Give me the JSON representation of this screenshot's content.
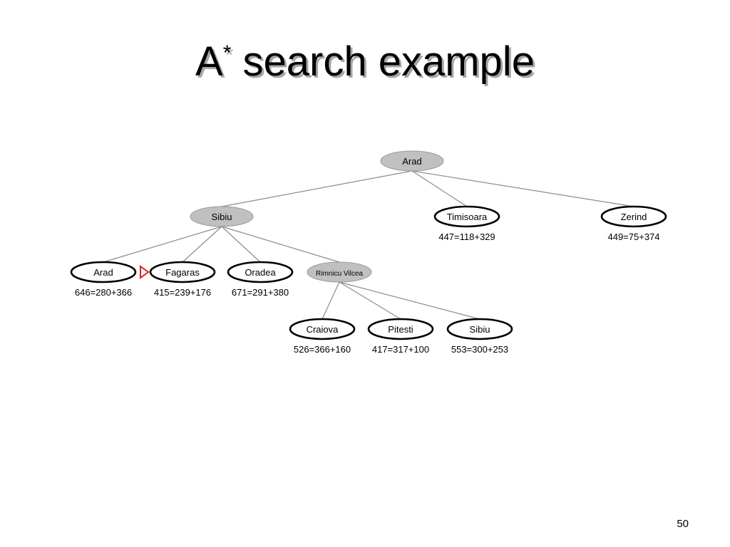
{
  "slide": {
    "title_main": "A",
    "title_sup": "*",
    "title_rest": " search example",
    "page_number": "50"
  },
  "tree": {
    "nodes": [
      {
        "id": "arad-root",
        "label": "Arad",
        "expanded": true,
        "score": ""
      },
      {
        "id": "sibiu",
        "label": "Sibiu",
        "expanded": true,
        "score": ""
      },
      {
        "id": "timisoara",
        "label": "Timisoara",
        "expanded": false,
        "score": "447=118+329"
      },
      {
        "id": "zerind",
        "label": "Zerind",
        "expanded": false,
        "score": "449=75+374"
      },
      {
        "id": "arad-2",
        "label": "Arad",
        "expanded": false,
        "score": "646=280+366"
      },
      {
        "id": "fagaras",
        "label": "Fagaras",
        "expanded": false,
        "score": "415=239+176",
        "marked": true
      },
      {
        "id": "oradea",
        "label": "Oradea",
        "expanded": false,
        "score": "671=291+380"
      },
      {
        "id": "rimnicu-vilcea",
        "label": "Rimnicu Vilcea",
        "expanded": true,
        "score": ""
      },
      {
        "id": "craiova",
        "label": "Craiova",
        "expanded": false,
        "score": "526=366+160"
      },
      {
        "id": "pitesti",
        "label": "Pitesti",
        "expanded": false,
        "score": "417=317+100"
      },
      {
        "id": "sibiu-2",
        "label": "Sibiu",
        "expanded": false,
        "score": "553=300+253"
      }
    ],
    "edges": [
      [
        "arad-root",
        "sibiu"
      ],
      [
        "arad-root",
        "timisoara"
      ],
      [
        "arad-root",
        "zerind"
      ],
      [
        "sibiu",
        "arad-2"
      ],
      [
        "sibiu",
        "fagaras"
      ],
      [
        "sibiu",
        "oradea"
      ],
      [
        "sibiu",
        "rimnicu-vilcea"
      ],
      [
        "rimnicu-vilcea",
        "craiova"
      ],
      [
        "rimnicu-vilcea",
        "pitesti"
      ],
      [
        "rimnicu-vilcea",
        "sibiu-2"
      ]
    ],
    "colors": {
      "expanded_fill": "#c0c0c0",
      "frontier_fill": "#ffffff",
      "edge": "#8c8c8c",
      "marker": "#e0201c"
    }
  }
}
